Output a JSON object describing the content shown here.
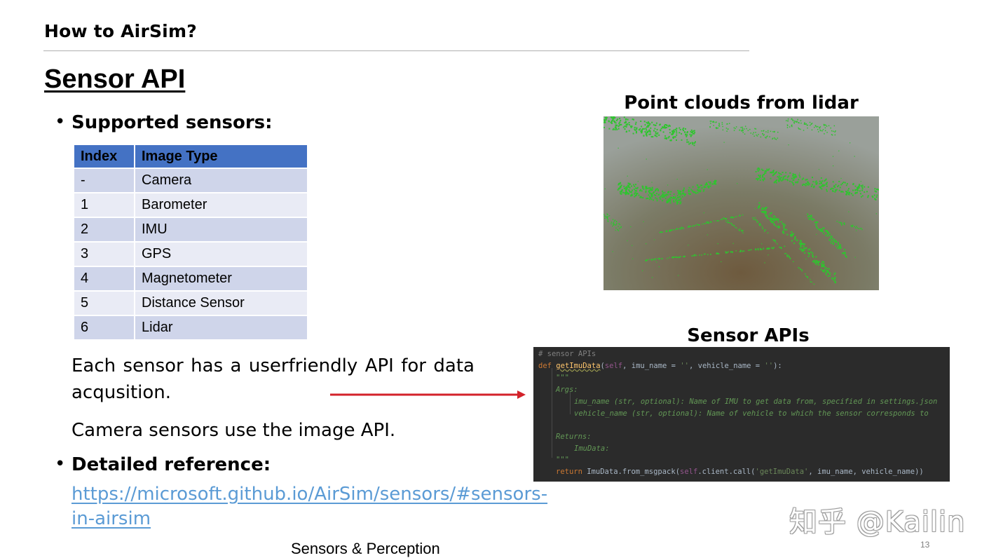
{
  "header": {
    "title": "How to AirSim?"
  },
  "slide": {
    "title": "Sensor API",
    "bullet_supported": "Supported sensors:",
    "bullet_reference": "Detailed reference:",
    "bullet_glyph": "•",
    "para_userfriendly": "Each sensor has a userfriendly API for data acqusition.",
    "para_camera": "Camera sensors use the image API.",
    "reference_link": "https://microsoft.github.io/AirSim/sensors/#sensors-in-airsim"
  },
  "sensor_table": {
    "headers": [
      "Index",
      "Image Type"
    ],
    "rows": [
      [
        "-",
        "Camera"
      ],
      [
        "1",
        "Barometer"
      ],
      [
        "2",
        "IMU"
      ],
      [
        "3",
        "GPS"
      ],
      [
        "4",
        "Magnetometer"
      ],
      [
        "5",
        "Distance Sensor"
      ],
      [
        "6",
        "Lidar"
      ]
    ]
  },
  "lidar": {
    "title": "Point clouds from lidar",
    "point_color": "#2fc42f"
  },
  "code": {
    "title": "Sensor APIs",
    "comment": "# sensor APIs",
    "def_kw": "def",
    "func_name": "getImuData",
    "sig_open": "(",
    "self_kw": "self",
    "sig_imu": ", imu_name = ",
    "empty_str": "''",
    "sig_vehicle": ", vehicle_name = ",
    "sig_close": "):",
    "doc_quotes": "\"\"\"",
    "args_label": "Args:",
    "arg_imu": "imu_name (str, optional): Name of IMU to get data from, specified in settings.json",
    "arg_vehicle": "vehicle_name (str, optional): Name of vehicle to which the sensor corresponds to",
    "returns_label": "Returns:",
    "returns_type": "ImuData:",
    "return_kw": "return",
    "ret_call": " ImuData.from_msgpack(",
    "ret_client": ".client.call(",
    "ret_str": "'getImuData'",
    "ret_tail": ", imu_name, vehicle_name))"
  },
  "footer": {
    "center": "Sensors & Perception",
    "page": "13"
  },
  "watermark": "知乎 @Kailin",
  "colors": {
    "table_header": "#4472c4",
    "row_odd": "#cfd5ea",
    "row_even": "#e9ebf5",
    "link": "#5b9bd5",
    "arrow": "#d3222a",
    "code_bg": "#2b2b2b"
  }
}
